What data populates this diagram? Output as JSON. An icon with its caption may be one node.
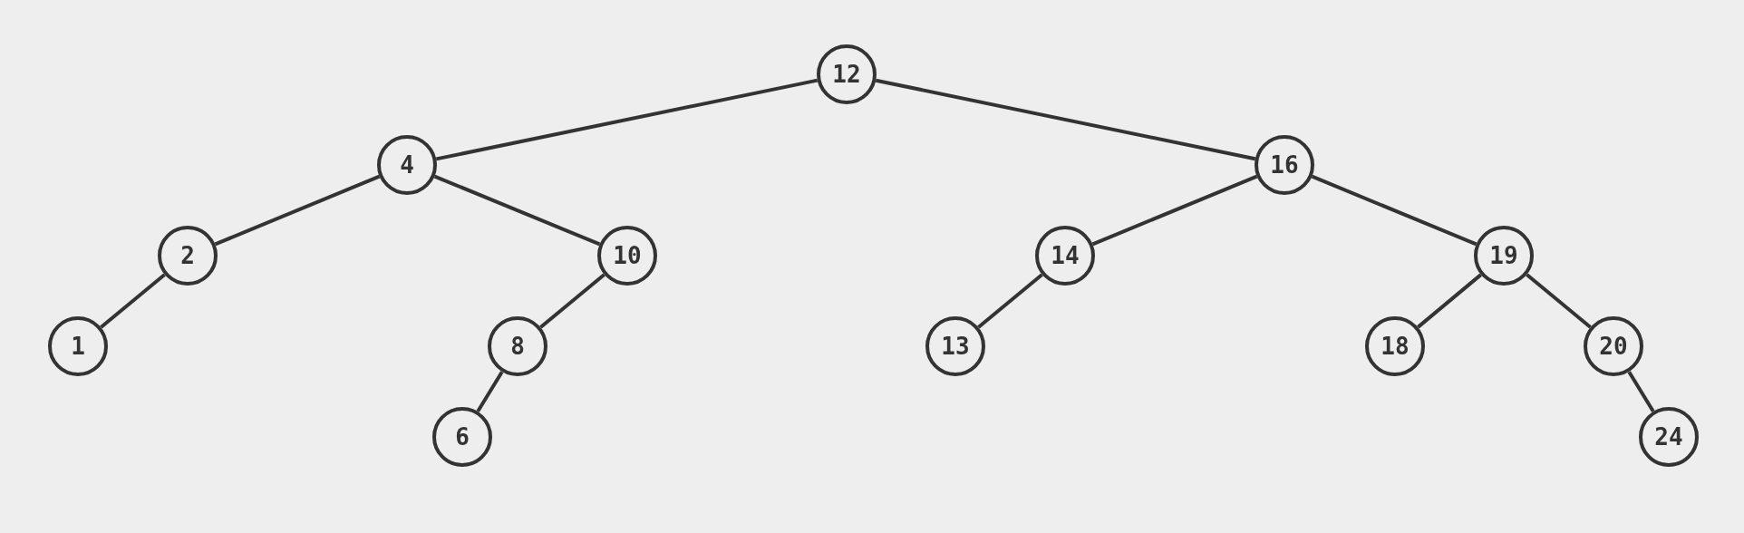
{
  "diagram": {
    "nodes": [
      {
        "text": [
          "12"
        ]
      },
      {
        "text": [
          "4"
        ]
      },
      {
        "text": [
          "16"
        ]
      },
      {
        "text": [
          "2"
        ]
      },
      {
        "text": [
          "10"
        ]
      },
      {
        "text": [
          "14"
        ]
      },
      {
        "text": [
          "19"
        ]
      },
      {
        "text": [
          "1"
        ]
      },
      {
        "text": [
          "8"
        ]
      },
      {
        "text": [
          "13"
        ]
      },
      {
        "text": [
          "18"
        ]
      },
      {
        "text": [
          "20"
        ]
      },
      {
        "text": [
          "6"
        ]
      },
      {
        "text": [
          "24"
        ]
      }
    ],
    "edges": [
      {
        "from": 0,
        "to": 1,
        "arrow": "none"
      },
      {
        "from": 0,
        "to": 2,
        "arrow": "none"
      },
      {
        "from": 1,
        "to": 3,
        "arrow": "none"
      },
      {
        "from": 1,
        "to": 4,
        "arrow": "none"
      },
      {
        "from": 3,
        "to": 7,
        "arrow": "none"
      },
      {
        "from": 4,
        "to": 8,
        "arrow": "none"
      },
      {
        "from": 8,
        "to": 12,
        "arrow": "none"
      },
      {
        "from": 2,
        "to": 5,
        "arrow": "none"
      },
      {
        "from": 2,
        "to": 6,
        "arrow": "none"
      },
      {
        "from": 5,
        "to": 9,
        "arrow": "none"
      },
      {
        "from": 6,
        "to": 10,
        "arrow": "none"
      },
      {
        "from": 6,
        "to": 11,
        "arrow": "none"
      },
      {
        "from": 11,
        "to": 13,
        "arrow": "none"
      }
    ]
  }
}
